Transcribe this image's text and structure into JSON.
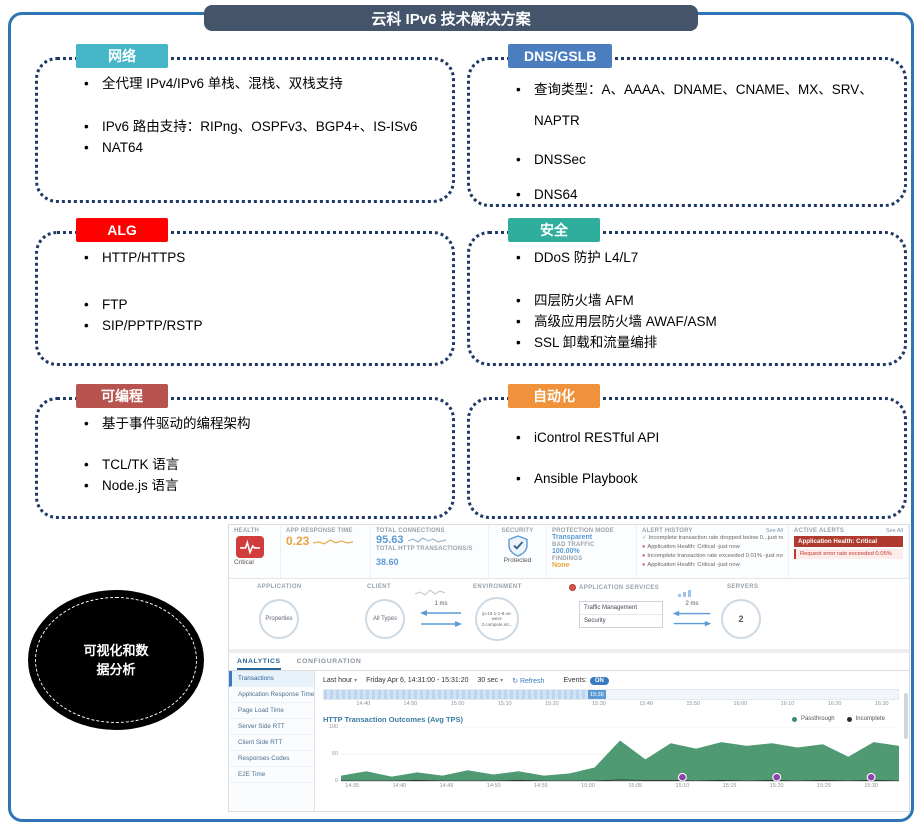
{
  "page": {
    "title": "云科 IPv6 技术解决方案"
  },
  "colors": {
    "frame_border": "#2e75b6",
    "title_background": "#44546a",
    "box_border": "#203864",
    "accent_blue": "#5b9bd5",
    "alert_red": "#b03a2e",
    "chart_green": "#3c8f63",
    "event_purple": "#8e44ad"
  },
  "icons": {
    "caret_down": "▾",
    "refresh": "↻",
    "check": "✓",
    "alert_dot": "●"
  },
  "boxes": [
    {
      "label": "网络",
      "color": "#45b5c8",
      "items": [
        "全代理 IPv4/IPv6 单栈、混栈、双栈支持",
        "IPv6 路由支持：RIPng、OSPFv3、BGP4+、IS-ISv6",
        "NAT64"
      ]
    },
    {
      "label": "DNS/GSLB",
      "color": "#4a7ebf",
      "items": [
        "查询类型：A、AAAA、DNAME、CNAME、MX、SRV、NAPTR",
        "DNSSec",
        "DNS64"
      ]
    },
    {
      "label": "ALG",
      "color": "#fe0000",
      "items": [
        "HTTP/HTTPS",
        "FTP",
        "SIP/PPTP/RSTP"
      ]
    },
    {
      "label": "安全",
      "color": "#2fae9e",
      "items": [
        "DDoS 防护 L4/L7",
        "四层防火墙 AFM",
        "高级应用层防火墙 AWAF/ASM",
        "SSL 卸载和流量编排"
      ]
    },
    {
      "label": "可编程",
      "color": "#b8544f",
      "items": [
        "基于事件驱动的编程架构",
        "TCL/TK 语言",
        "Node.js 语言"
      ]
    },
    {
      "label": "自动化",
      "color": "#f0913b",
      "items": [
        "iControl RESTful API",
        "Ansible Playbook"
      ]
    }
  ],
  "ellipse": {
    "label": "可视化和数据分析"
  },
  "dashboard": {
    "health": {
      "caption": "HEALTH",
      "status": "Critical"
    },
    "metrics": {
      "app_response_time": {
        "label": "APP RESPONSE TIME",
        "value": "0.23"
      },
      "total_connections": {
        "label": "TOTAL CONNECTIONS",
        "value": "95.63"
      },
      "total_http_transactions": {
        "label": "TOTAL HTTP TRANSACTIONS/S",
        "value": "38.60"
      }
    },
    "security": {
      "caption": "SECURITY",
      "status": "Protected"
    },
    "protection": {
      "mode_label": "PROTECTION MODE",
      "mode_value": "Transparent",
      "bad_traffic_label": "BAD TRAFFIC",
      "bad_traffic_value": "100.00%",
      "findings_label": "FINDINGS",
      "findings_value": "None"
    },
    "alert_history": {
      "label": "ALERT HISTORY",
      "see_all": "See All",
      "items": [
        "Incomplete transaction rate dropped below 0...just now",
        "Application Health: Critical -just now",
        "Incomplete transaction rate exceeded 0.01% -just now",
        "Application Health: Critical -just now"
      ]
    },
    "active_alerts": {
      "label": "ACTIVE ALERTS",
      "see_all": "See All",
      "primary": "Application Health: Critical",
      "secondary": "Request error rate exceeded 0.05%"
    },
    "map": {
      "headers": [
        "APPLICATION",
        "CLIENT",
        "ENVIRONMENT",
        "APPLICATION SERVICES",
        "SERVERS"
      ],
      "application_node": "Properties",
      "client_node": "All Types",
      "environment_node": "ip-10-1-1-8.us-west-2.compute.int...",
      "services": [
        "Traffic Management",
        "Security"
      ],
      "servers_node": "2",
      "client_latency": "1 ms",
      "server_latency": "2 ms"
    },
    "tabs": {
      "analytics": "ANALYTICS",
      "configuration": "CONFIGURATION"
    },
    "sidebar": {
      "items": [
        "Transactions",
        "Application Response Time",
        "Page Load Time",
        "Server Side RTT",
        "Client Side RTT",
        "Responses Codes",
        "E2E Time"
      ]
    },
    "controls": {
      "range": "Last hour",
      "date_range": "Friday Apr 6, 14:31:00 - 15:31:20",
      "interval": "30 sec",
      "refresh": "Refresh",
      "events_label": "Events:",
      "events_state": "ON"
    },
    "timeline": {
      "ticks": [
        "14:40",
        "14:50",
        "15:00",
        "15:10",
        "15:20",
        "15:30",
        "15:40",
        "15:50",
        "16:00",
        "16:10",
        "16:20",
        "16:30"
      ],
      "handle_label": "15:36"
    }
  },
  "chart_data": {
    "type": "area",
    "title": "HTTP Transaction Outcomes (Avg TPS)",
    "x_ticks": [
      "14:35",
      "14:40",
      "14:45",
      "14:50",
      "14:55",
      "15:00",
      "15:05",
      "15:10",
      "15:15",
      "15:20",
      "15:25",
      "15:30"
    ],
    "series": [
      {
        "name": "Passthrough",
        "color": "#3c8f63",
        "values": [
          10,
          18,
          8,
          16,
          10,
          20,
          12,
          18,
          10,
          14,
          25,
          75,
          40,
          70,
          60,
          72,
          65,
          70,
          62,
          68,
          45,
          72,
          65
        ]
      },
      {
        "name": "Incomplete",
        "color": "#2b2b2b",
        "values": [
          0,
          0,
          0,
          1,
          0,
          0,
          0,
          1,
          0,
          0,
          0,
          2,
          1,
          1,
          0,
          1,
          0,
          1,
          0,
          1,
          0,
          1,
          0
        ]
      }
    ],
    "ylim": [
      0,
      100
    ],
    "yticks": [
      0,
      50,
      100
    ],
    "event_markers": [
      "15:10",
      "15:20",
      "15:30"
    ],
    "legend_position": "top-right",
    "grid": true
  }
}
